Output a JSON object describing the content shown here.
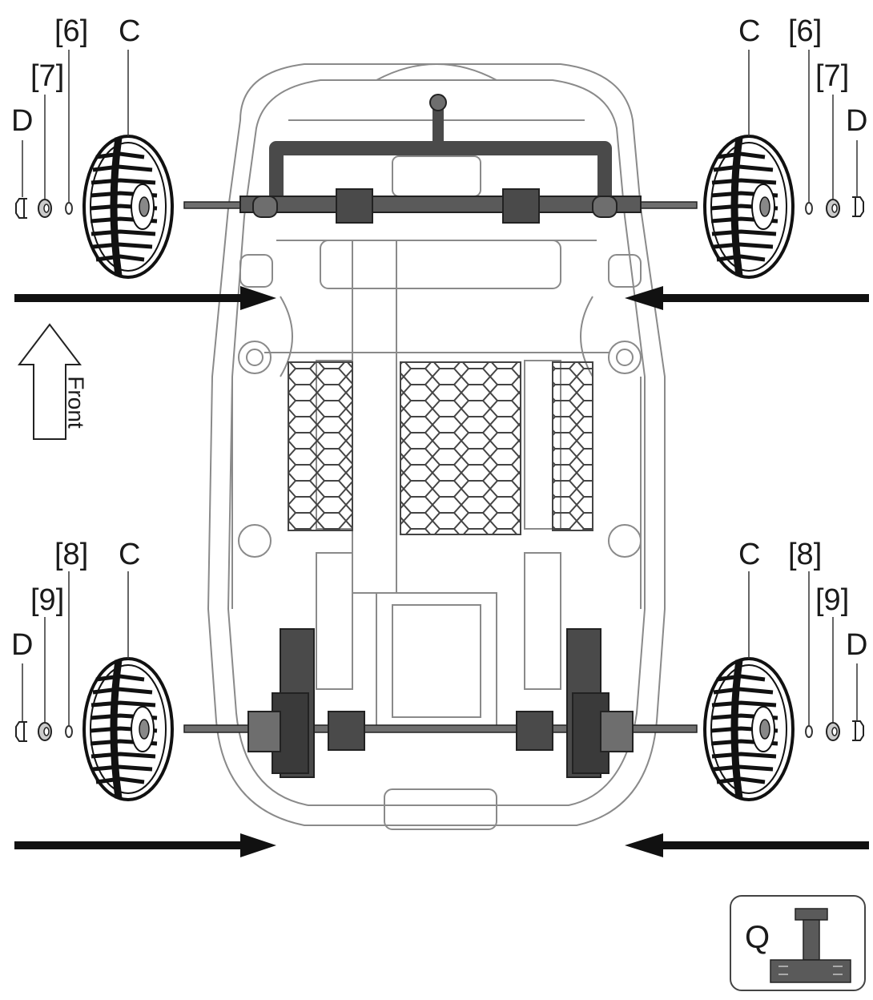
{
  "labels": {
    "part_6": "[6]",
    "part_7": "[7]",
    "part_8": "[8]",
    "part_9": "[9]",
    "wheel": "C",
    "cap": "D",
    "front": "Front",
    "tool": "Q"
  },
  "colors": {
    "line": "#2a2a2a",
    "light_line": "#8a8a8a",
    "dark_part": "#4a4a4a",
    "mid_part": "#6e6e6e"
  },
  "icons": [
    "front-arrow-icon",
    "install-arrow-icon",
    "wheel-icon",
    "washer-icon",
    "nut-icon",
    "hub-cap-icon",
    "wrench-tool-icon"
  ]
}
